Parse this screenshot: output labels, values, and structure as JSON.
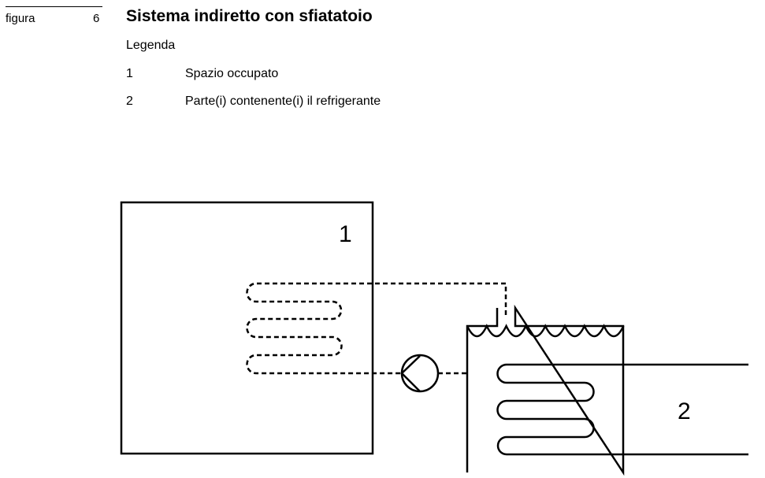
{
  "header": {
    "figure_label": "figura",
    "figure_number": "6",
    "title": "Sistema indiretto con sfiatatoio"
  },
  "legend": {
    "heading": "Legenda",
    "items": [
      {
        "num": "1",
        "text": "Spazio occupato"
      },
      {
        "num": "2",
        "text": "Parte(i) contenente(i) il refrigerante"
      }
    ]
  },
  "diagram": {
    "label_1": "1",
    "label_2": "2"
  }
}
